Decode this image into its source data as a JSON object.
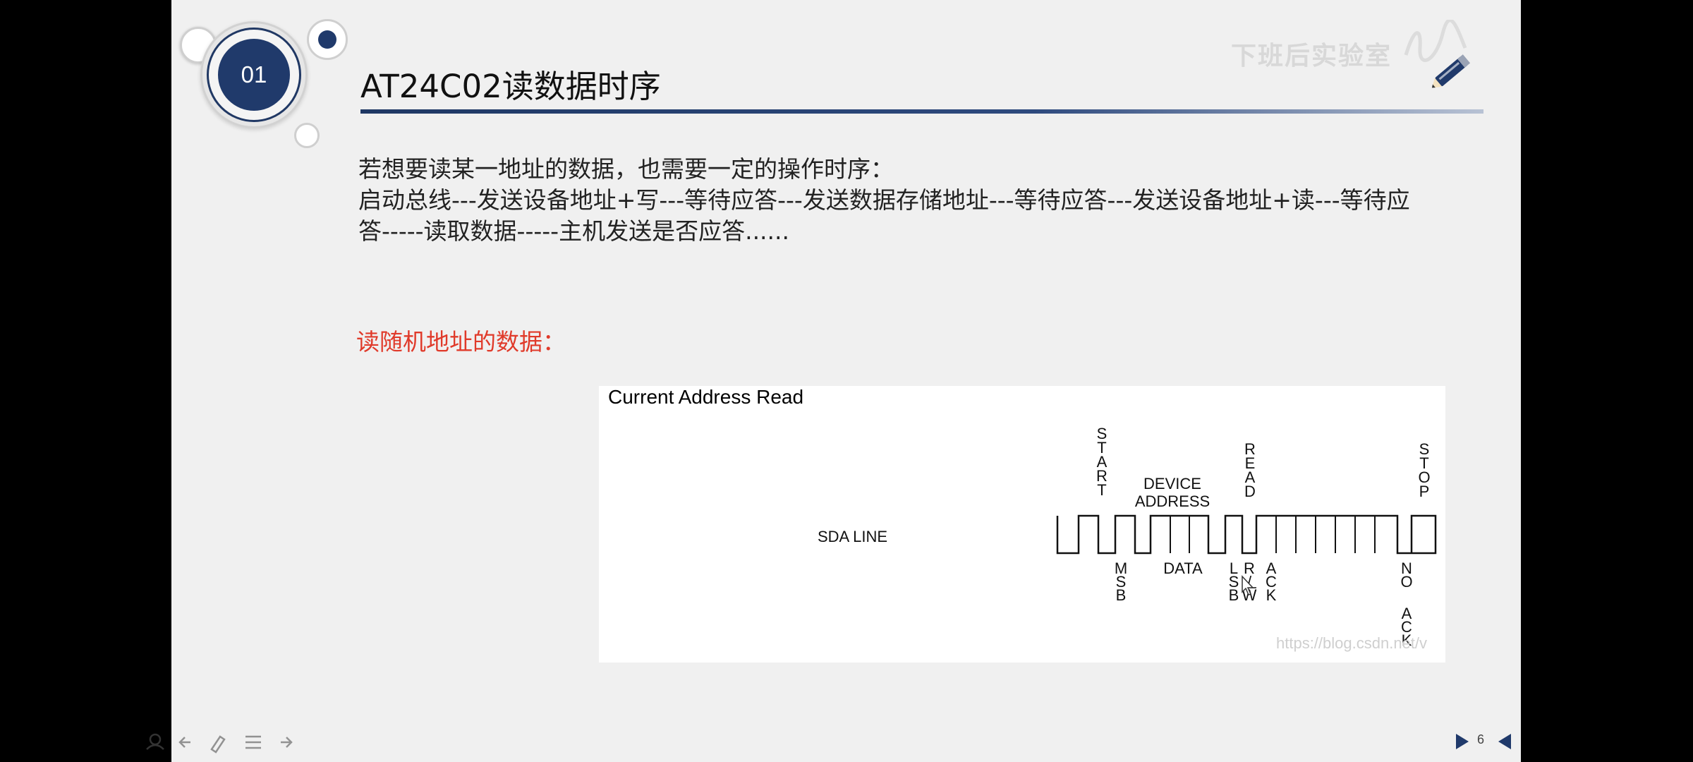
{
  "badge": {
    "number": "01"
  },
  "slide": {
    "title": "AT24C02读数据时序",
    "watermark": "下班后实验室",
    "intro_line1": "若想要读某一地址的数据，也需要一定的操作时序：",
    "intro_line2": "启动总线---发送设备地址+写---等待应答---发送数据存储地址---等待应答---发送设备地址+读---等待应",
    "intro_line3": "答-----读取数据-----主机发送是否应答......",
    "red_heading": "读随机地址的数据："
  },
  "diagram": {
    "title": "Current Address Read",
    "sda_label": "SDA LINE",
    "label_start": [
      "S",
      "T",
      "A",
      "R",
      "T"
    ],
    "label_device": "DEVICE",
    "label_address": "ADDRESS",
    "label_read": [
      "R",
      "E",
      "A",
      "D"
    ],
    "label_stop": [
      "S",
      "T",
      "O",
      "P"
    ],
    "label_msb": [
      "M",
      "S",
      "B"
    ],
    "label_lsb": [
      "L",
      "S",
      "B"
    ],
    "label_rw": [
      "R",
      "/",
      "W"
    ],
    "label_ack": [
      "A",
      "C",
      "K"
    ],
    "label_data": "DATA",
    "label_no": [
      "N",
      "O"
    ],
    "label_noack": [
      "A",
      "C",
      "K"
    ],
    "url_watermark": "https://blog.csdn.net/v"
  },
  "footer": {
    "page_number": "6"
  },
  "colors": {
    "navy": "#203a6b",
    "red": "#e03a2a",
    "slide_bg": "#f0f0f0"
  }
}
